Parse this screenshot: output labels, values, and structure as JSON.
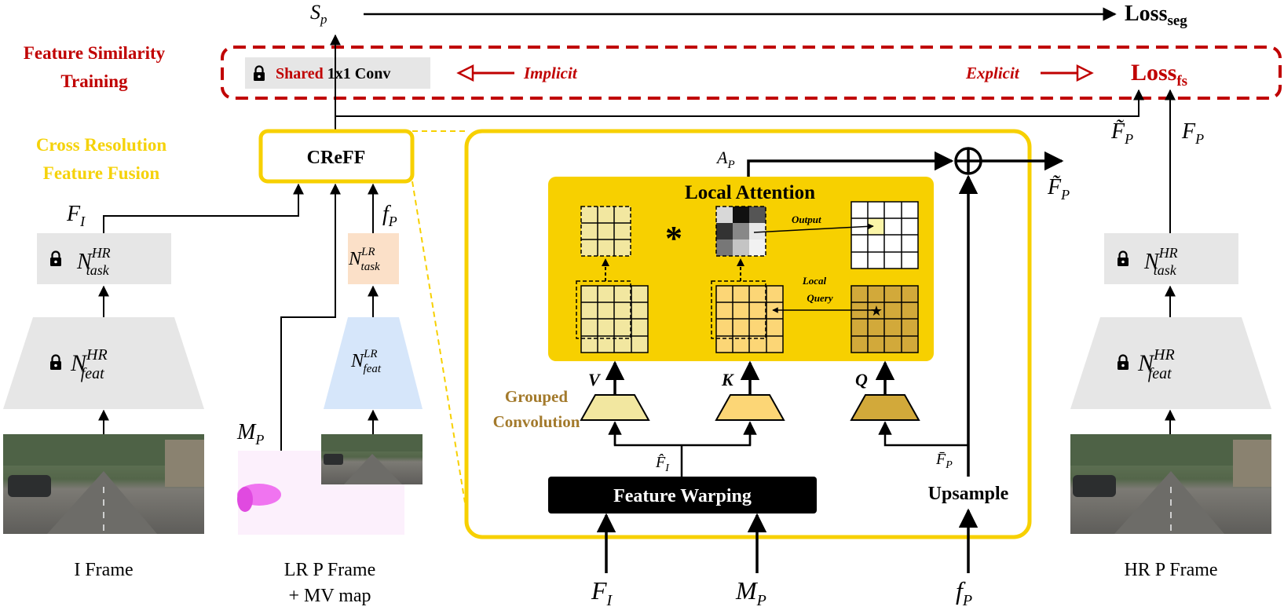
{
  "section_labels": {
    "fst_line1": "Feature Similarity",
    "fst_line2": "Training",
    "crff_line1": "Cross  Resolution",
    "crff_line2": "Feature Fusion",
    "grouped_line1": "Grouped",
    "grouped_line2": "Convolution"
  },
  "top": {
    "sp": "S",
    "sp_sub": "p",
    "loss_seg": "Loss",
    "loss_seg_sub": "seg",
    "loss_fs": "Loss",
    "loss_fs_sub": "fs",
    "shared_word": "Shared",
    "conv_text": " 1x1 Conv",
    "implicit": "Implicit",
    "explicit": "Explicit"
  },
  "creff": {
    "label": "CReFF"
  },
  "left_branch": {
    "fi": "F",
    "fi_sub": "I",
    "task": "N",
    "task_sup": "HR",
    "task_sub": "task",
    "feat": "N",
    "feat_sup": "HR",
    "feat_sub": "feat",
    "caption": "I Frame"
  },
  "mid_branch": {
    "mp": "M",
    "mp_sub": "P",
    "fp": "f",
    "fp_sub": "P",
    "task": "N",
    "task_sup": "LR",
    "task_sub": "task",
    "feat": "N",
    "feat_sup": "LR",
    "feat_sub": "feat",
    "caption_line1": "LR P Frame",
    "caption_line2": "+ MV map"
  },
  "right_branch": {
    "ftilde": "F̃",
    "ftilde_sub": "P",
    "fp": "F",
    "fp_sub": "P",
    "task": "N",
    "task_sup": "HR",
    "task_sub": "task",
    "feat": "N",
    "feat_sup": "HR",
    "feat_sub": "feat",
    "caption": "HR P Frame"
  },
  "detail": {
    "ap": "A",
    "ap_sub": "P",
    "out_f": "F̃",
    "out_f_sub": "P",
    "local_attention": "Local Attention",
    "star": "*",
    "output": "Output",
    "local_query_1": "Local",
    "local_query_2": "Query",
    "v": "V",
    "k": "K",
    "q": "Q",
    "fhat": "F̂",
    "fhat_sub": "I",
    "fbar": "F̄",
    "fbar_sub": "P",
    "feature_warping": "Feature Warping",
    "upsample": "Upsample",
    "in_fi": "F",
    "in_fi_sub": "I",
    "in_mp": "M",
    "in_mp_sub": "P",
    "in_fp": "f",
    "in_fp_sub": "P"
  },
  "colors": {
    "red": "#c00000",
    "gold": "#f7d000",
    "gray": "#e6e6e6",
    "lr_task": "#fbe0c8",
    "lr_feat": "#d6e6fa",
    "v_color": "#f2e7a0",
    "k_color": "#fcd676",
    "q_color": "#d2a93a"
  }
}
